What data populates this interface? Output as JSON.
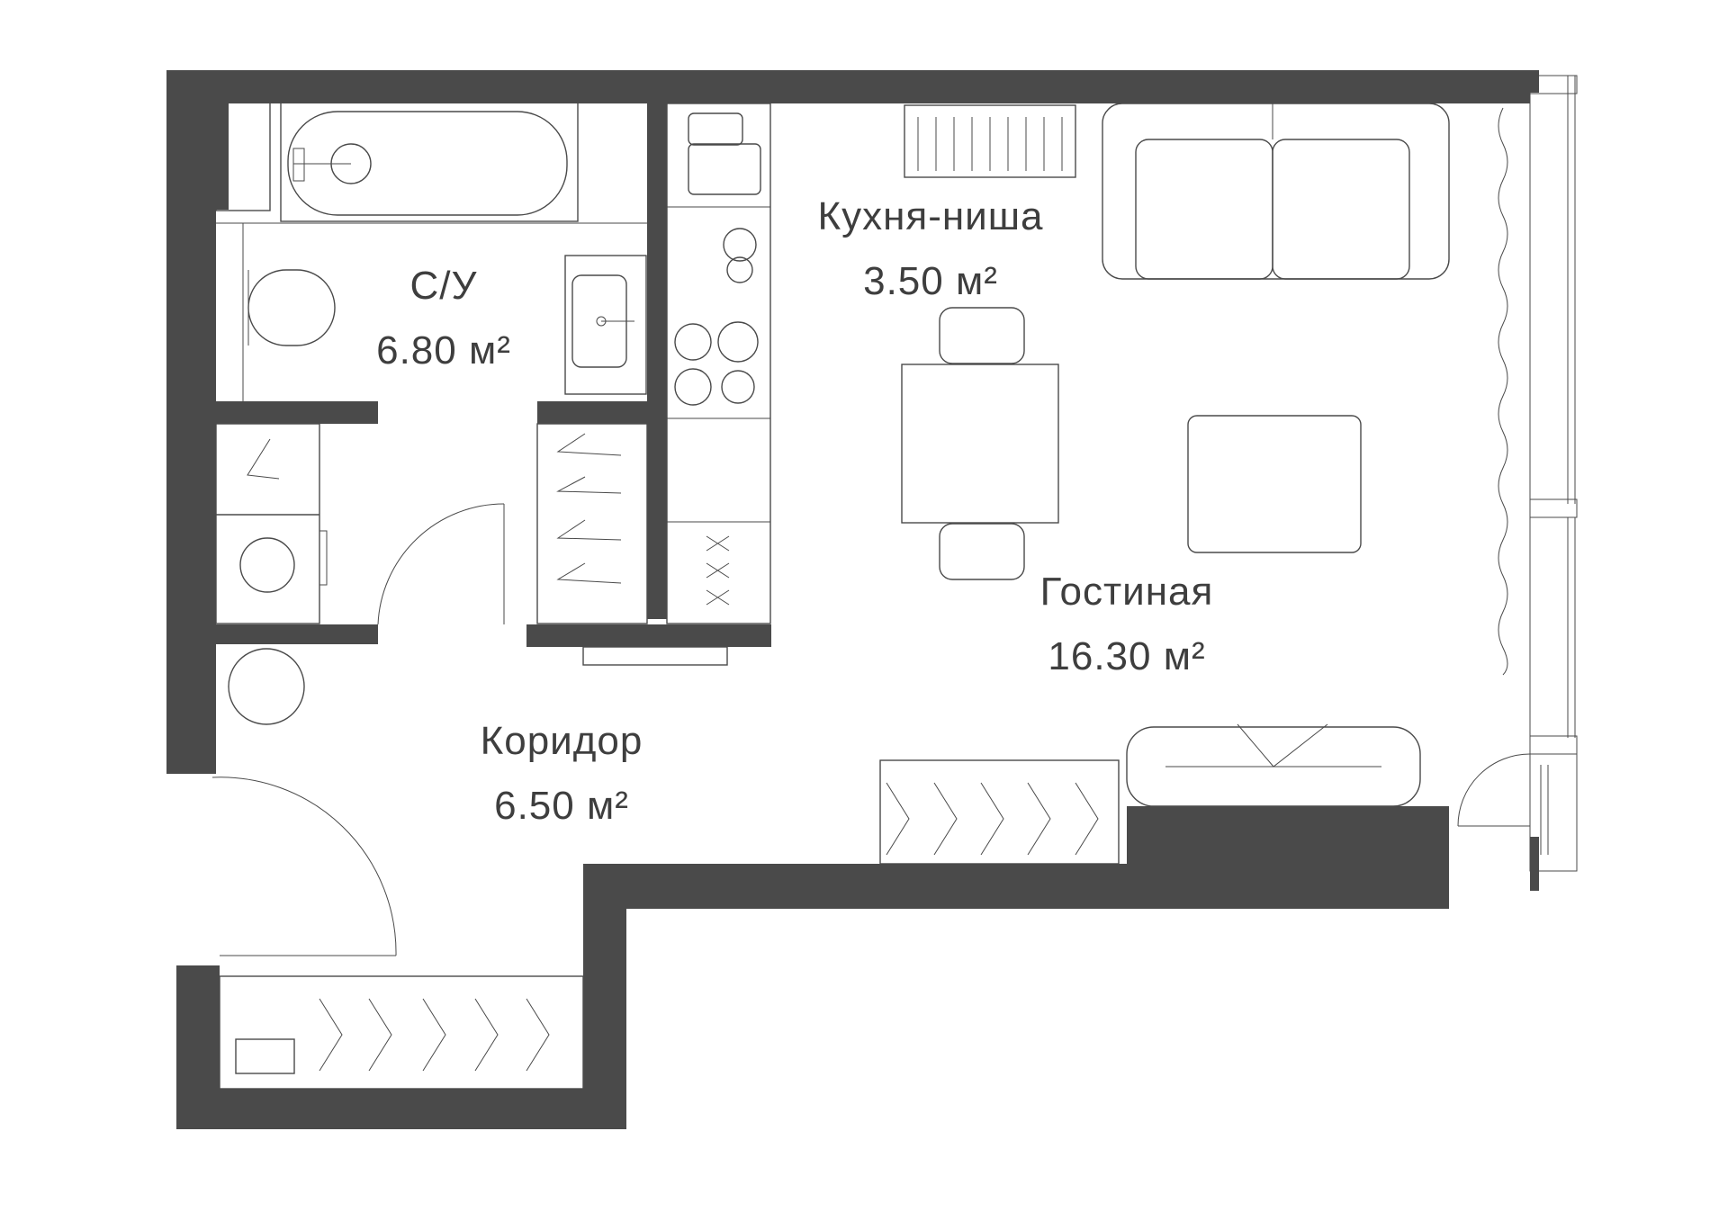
{
  "plan": {
    "rooms": [
      {
        "id": "bathroom",
        "name": "С/У",
        "area": "6.80 м²"
      },
      {
        "id": "kitchen",
        "name": "Кухня-ниша",
        "area": "3.50 м²"
      },
      {
        "id": "living",
        "name": "Гостиная",
        "area": "16.30 м²"
      },
      {
        "id": "corridor",
        "name": "Коридор",
        "area": "6.50 м²"
      }
    ],
    "colors": {
      "wall": "#4a4a4a",
      "line": "#4a4a4a",
      "text": "#3e3e3e",
      "background": "#ffffff"
    }
  }
}
